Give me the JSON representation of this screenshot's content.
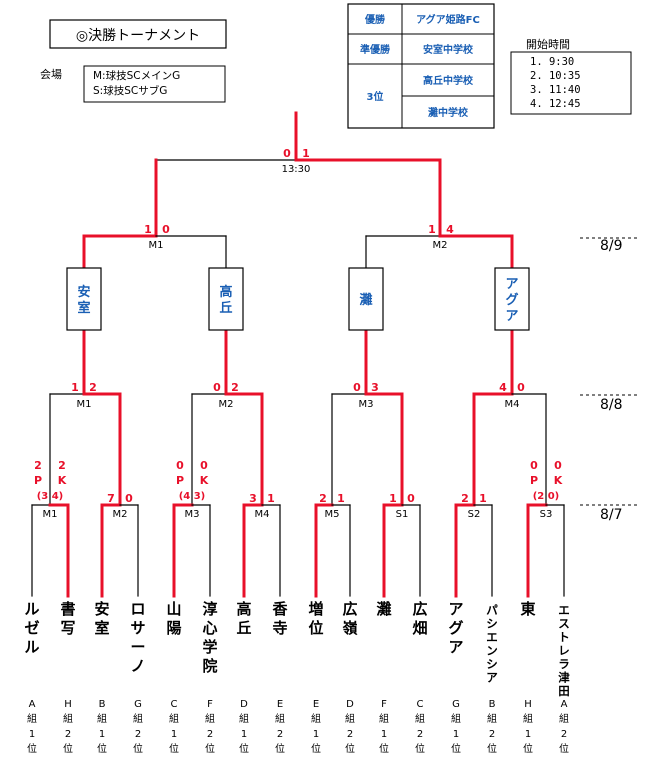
{
  "title": "◎決勝トーナメント",
  "venue": {
    "label": "会場",
    "lines": [
      "M:球技SCメインG",
      "S:球技SCサブG"
    ]
  },
  "results": [
    {
      "rank": "優勝",
      "team": "アグア姫路FC"
    },
    {
      "rank": "準優勝",
      "team": "安室中学校"
    },
    {
      "rank": "3位",
      "team": "高丘中学校"
    },
    {
      "rank": "",
      "team": "灘中学校"
    }
  ],
  "start_times": {
    "title": "開始時間",
    "items": [
      "1.  9:30",
      "2. 10:35",
      "3. 11:40",
      "4. 12:45"
    ]
  },
  "dates": [
    "8/9",
    "8/8",
    "8/7"
  ],
  "final": {
    "score_left": "0",
    "score_right": "1",
    "time": "13:30"
  },
  "semis": [
    {
      "field": "M1",
      "score_left": "1",
      "score_right": "0"
    },
    {
      "field": "M2",
      "score_left": "1",
      "score_right": "4"
    }
  ],
  "qf_winners": [
    "安室",
    "高丘",
    "灘",
    "アグア"
  ],
  "quarters": [
    {
      "field": "M1",
      "score_left": "1",
      "score_right": "2"
    },
    {
      "field": "M2",
      "score_left": "0",
      "score_right": "2"
    },
    {
      "field": "M3",
      "score_left": "0",
      "score_right": "3"
    },
    {
      "field": "M4",
      "score_left": "4",
      "score_right": "0"
    }
  ],
  "round1": [
    {
      "field": "M1",
      "score_left": "2",
      "score_right": "2",
      "pk_left": "P",
      "pk_right": "K",
      "pk_score": "(3 4)"
    },
    {
      "field": "M2",
      "score_left": "7",
      "score_right": "0"
    },
    {
      "field": "M3",
      "score_left": "0",
      "score_right": "0",
      "pk_left": "P",
      "pk_right": "K",
      "pk_score": "(4 3)"
    },
    {
      "field": "M4",
      "score_left": "3",
      "score_right": "1"
    },
    {
      "field": "M5",
      "score_left": "2",
      "score_right": "1"
    },
    {
      "field": "S1",
      "score_left": "1",
      "score_right": "0"
    },
    {
      "field": "S2",
      "score_left": "2",
      "score_right": "1"
    },
    {
      "field": "S3",
      "score_left": "0",
      "score_right": "0",
      "pk_left": "P",
      "pk_right": "K",
      "pk_score": "(2 0)"
    }
  ],
  "teams": [
    {
      "name": "ルゼル",
      "group": "A組1位"
    },
    {
      "name": "書写",
      "group": "H組2位"
    },
    {
      "name": "安室",
      "group": "B組1位"
    },
    {
      "name": "ロサーノ",
      "group": "G組2位"
    },
    {
      "name": "山陽",
      "group": "C組1位"
    },
    {
      "name": "淳心学院",
      "group": "F組2位"
    },
    {
      "name": "高丘",
      "group": "D組1位"
    },
    {
      "name": "香寺",
      "group": "E組2位"
    },
    {
      "name": "増位",
      "group": "E組1位"
    },
    {
      "name": "広嶺",
      "group": "D組2位"
    },
    {
      "name": "灘",
      "group": "F組1位"
    },
    {
      "name": "広畑",
      "group": "C組2位"
    },
    {
      "name": "アグア",
      "group": "G組1位"
    },
    {
      "name": "パシエンシア",
      "group": "B組2位"
    },
    {
      "name": "東",
      "group": "H組1位"
    },
    {
      "name": "エストレラ津田",
      "group": "A組2位"
    }
  ],
  "colors": {
    "win": "#e8102a",
    "line": "#000000",
    "blue": "#1a5fb4"
  }
}
